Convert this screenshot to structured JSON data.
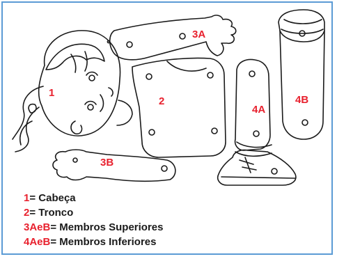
{
  "labels": {
    "head": "1",
    "torso": "2",
    "arm_a": "3A",
    "arm_b": "3B",
    "leg_a": "4A",
    "leg_b": "4B"
  },
  "legend": [
    {
      "key": "1",
      "text": "= Cabeça"
    },
    {
      "key": "2",
      "text": "= Tronco"
    },
    {
      "key": "3AeB",
      "text": "= Membros Superiores"
    },
    {
      "key": "4AeB",
      "text": "= Membros Inferiores"
    }
  ],
  "colors": {
    "label_red": "#e8212e",
    "frame_blue": "#5b9bd5",
    "line_black": "#1a1a1a"
  }
}
